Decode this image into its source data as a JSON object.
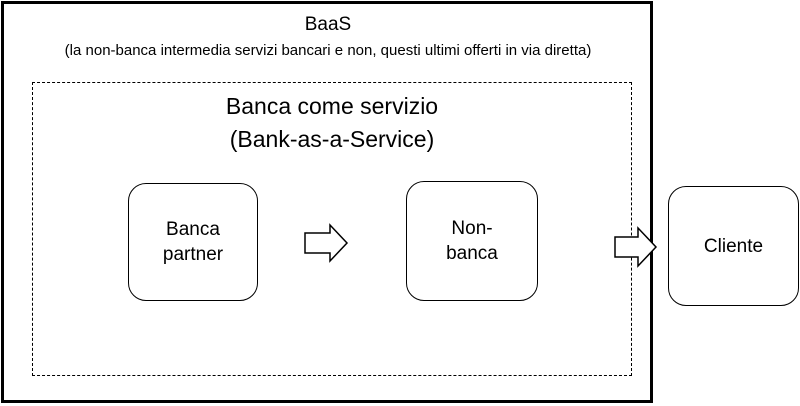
{
  "outer": {
    "title": "BaaS",
    "subtitle": "(la non-banca intermedia servizi bancari e non, questi ultimi offerti in via diretta)"
  },
  "inner": {
    "title": "Banca come servizio\n(Bank-as-a-Service)"
  },
  "nodes": {
    "partner": "Banca\npartner",
    "nonbanca": "Non-\nbanca",
    "cliente": "Cliente"
  },
  "colors": {
    "stroke": "#000000",
    "fill": "#ffffff"
  },
  "icons": [
    "block-arrow-right-icon",
    "block-arrow-right-icon"
  ]
}
